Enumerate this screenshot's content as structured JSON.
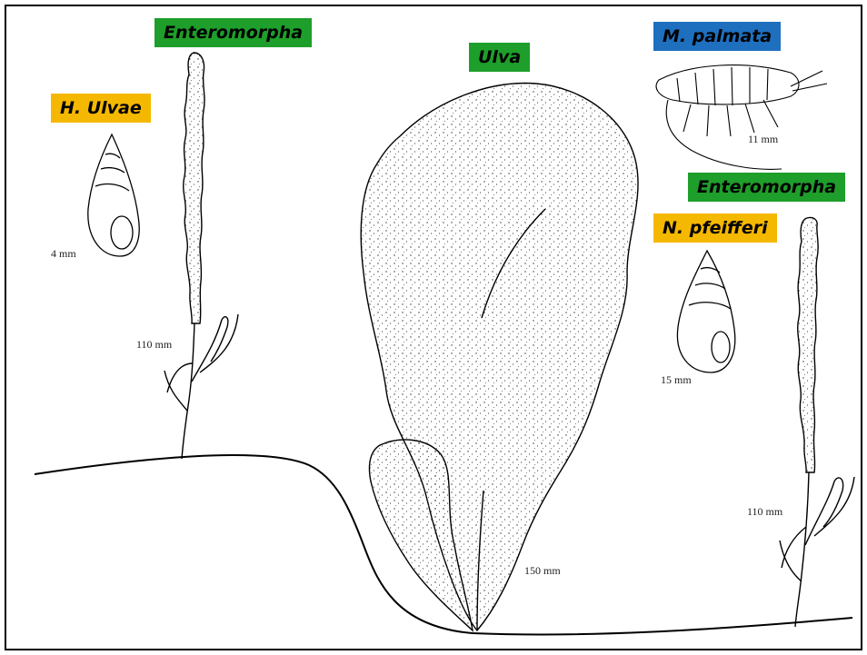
{
  "colors": {
    "algae_label": "#1e9e2a",
    "snail_label": "#f5b800",
    "amphipod_label": "#1f6fbf"
  },
  "labels": {
    "enteromorpha_left": "Enteromorpha",
    "h_ulvae": "H. Ulvae",
    "ulva": "Ulva",
    "m_palmata": "M. palmata",
    "enteromorpha_right": "Enteromorpha",
    "n_pfeifferi": "N. pfeifferi"
  },
  "sizes": {
    "h_ulvae": "4 mm",
    "enteromorpha_left": "110 mm",
    "m_palmata": "11 mm",
    "n_pfeifferi": "15 mm",
    "ulva": "150 mm",
    "enteromorpha_right": "110 mm"
  }
}
